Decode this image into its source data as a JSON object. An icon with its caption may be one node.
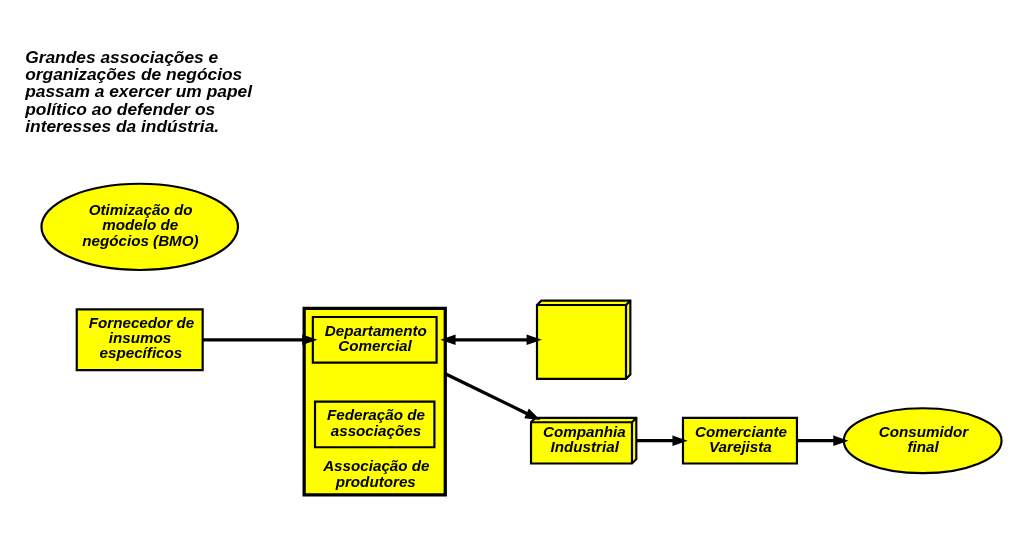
{
  "diagram": {
    "nodes": [
      {
        "text": [
          "Fornecedor de insumos específicos"
        ]
      },
      {
        "text": [],
        "shape": "box"
      },
      {
        "text": [
          "Associação de produtores"
        ]
      },
      {
        "text": [
          "Departamento Comercial"
        ],
        "in": 2
      },
      {
        "text": [
          "Federação de associações"
        ],
        "in": 2
      },
      {
        "text": [
          "Companhia Industrial"
        ]
      },
      {
        "text": [
          "Comerciante Varejista"
        ]
      },
      {
        "text": [
          "Consumidor final"
        ]
      },
      {
        "text": [
          "Otimização do modelo de negócios (BMO)"
        ]
      }
    ],
    "edges": [
      {
        "from": 0,
        "to": 3,
        "arrow": "to"
      },
      {
        "from": 2,
        "to": 1,
        "arrow": "both"
      },
      {
        "from": 2,
        "to": 5,
        "arrow": "to"
      },
      {
        "from": 5,
        "to": 6,
        "arrow": "to"
      },
      {
        "from": 6,
        "to": 7,
        "arrow": "to"
      }
    ],
    "labels": [
      "Grandes associações e organizações de negócios passam a exercer um papel político ao defender os interesses da indústria."
    ]
  }
}
